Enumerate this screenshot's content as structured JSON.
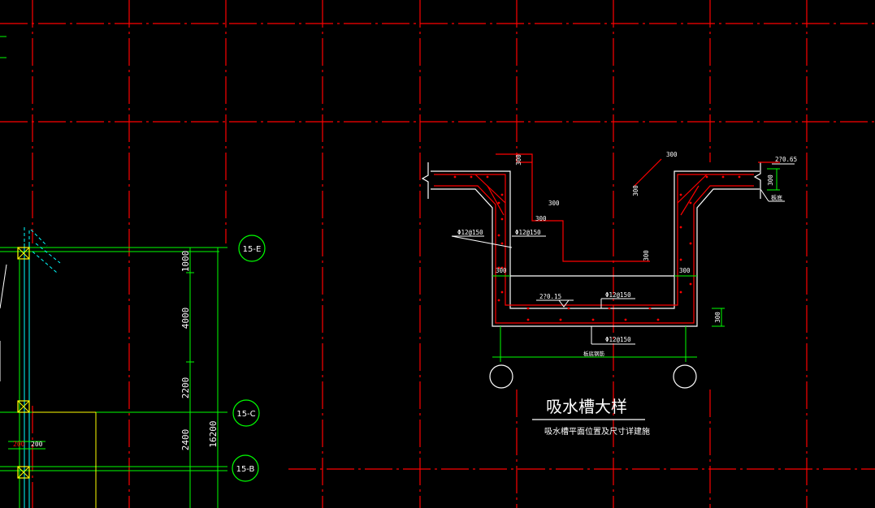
{
  "colors": {
    "background": "#000000",
    "grid_red": "#ff0000",
    "green": "#00ff00",
    "white": "#ffffff",
    "cyan": "#00ffff",
    "yellow": "#ffff00",
    "dark_red": "#c00000"
  },
  "axes": {
    "e": "15-E",
    "c": "15-C",
    "b": "15-B"
  },
  "dims_left": {
    "d1": "1000",
    "d2": "4000",
    "d3": "2200",
    "d4": "2400",
    "total": "16200",
    "small1": "200",
    "small2": "200"
  },
  "detail": {
    "title": "吸水槽大样",
    "subtitle": "吸水槽平面位置及尺寸详建施",
    "labels": {
      "d300_a": "300",
      "d300_b": "300",
      "d300_c": "300",
      "d300_d": "300",
      "d300_e": "300",
      "d300_f": "300",
      "d300_g": "300",
      "d300_h": "300",
      "d300_i": "300",
      "rebar_left": "Φ12@150",
      "rebar_inner": "Φ12@150",
      "rebar_bottom1": "Φ12@150",
      "rebar_bottom2": "Φ12@150",
      "level_mid": "2?0.15",
      "level_right": "2?0.65",
      "note_right": "板底",
      "bottom_note": "板底钢筋"
    }
  }
}
